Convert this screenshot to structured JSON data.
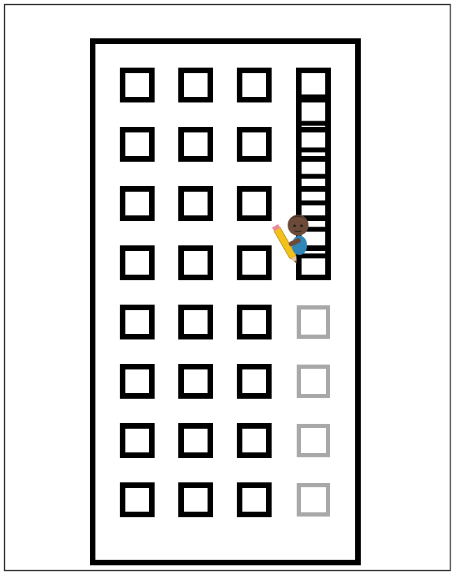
{
  "colors": {
    "background": "#ffffff",
    "frame_border": "#222222",
    "building_outline": "#000000",
    "drawn_window": "#000000",
    "undrawn_window": "#a8a8a8",
    "pencil_body": "#f2c21b",
    "pencil_tip": "#6b4a2b",
    "character_skin": "#6b4a3a",
    "character_shirt": "#2e87b8"
  },
  "building": {
    "window_grid": {
      "rows": 8,
      "columns": 4
    },
    "drawn_rows_in_last_column": 4,
    "partially_drawn_column": 4
  },
  "character": {
    "icon": "pencil-drawing-character",
    "holding": "pencil-icon"
  }
}
